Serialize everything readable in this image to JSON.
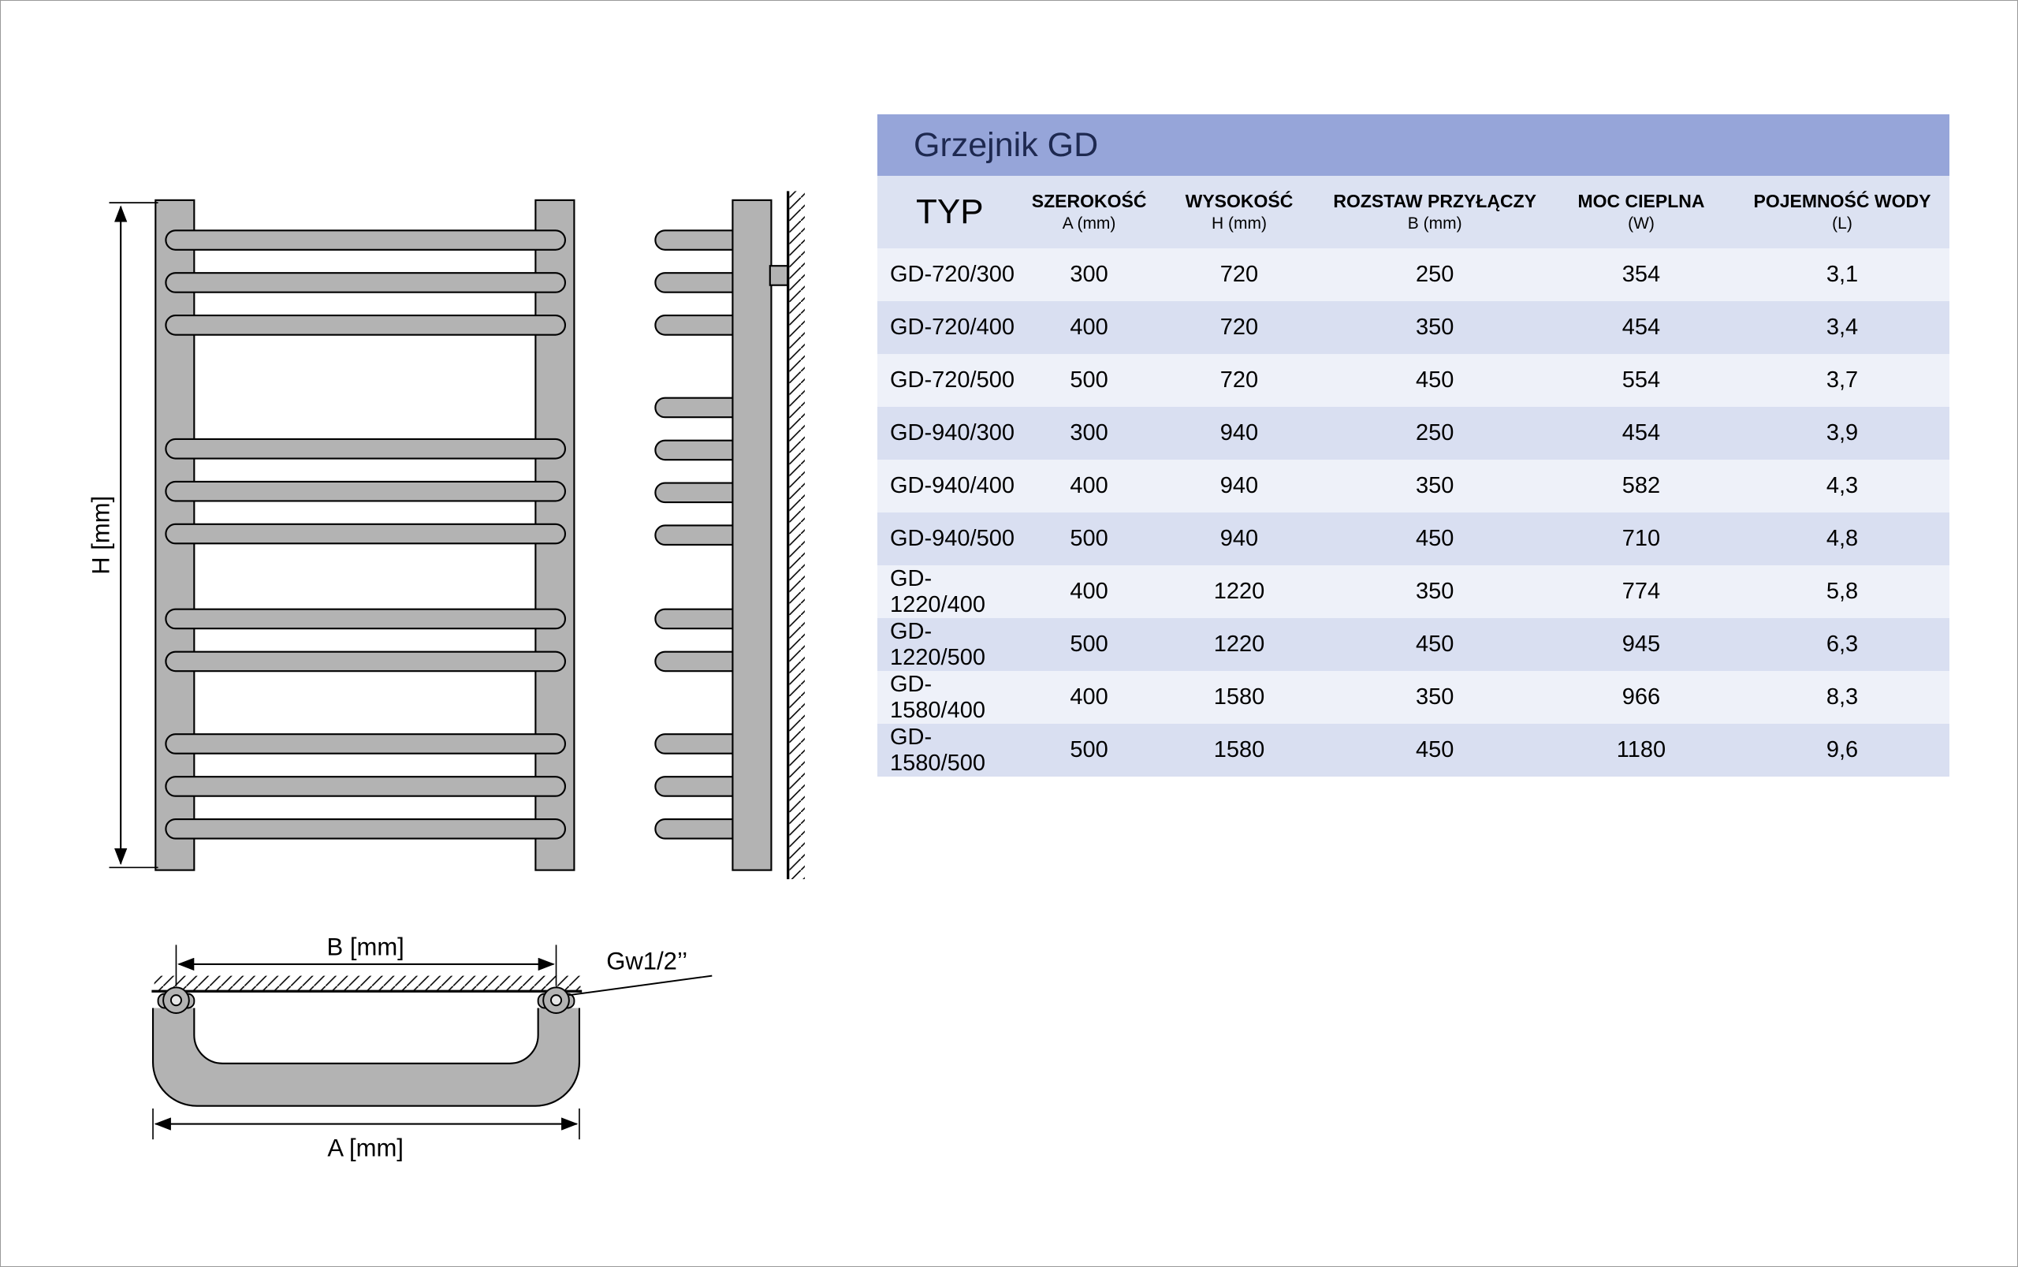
{
  "page": {
    "background": "#ffffff",
    "border_color": "#9a9a9a"
  },
  "table": {
    "title": "Grzejnik GD",
    "title_color": "#1e2950",
    "title_bg": "#96a5d9",
    "header_bg": "#dce2f2",
    "row_bg_odd": "#eef1f9",
    "row_bg_even": "#d9dff1",
    "columns": [
      {
        "label": "TYP",
        "sub": ""
      },
      {
        "label": "SZEROKOŚĆ",
        "sub": "A (mm)"
      },
      {
        "label": "WYSOKOŚĆ",
        "sub": "H (mm)"
      },
      {
        "label": "ROZSTAW PRZYŁĄCZY",
        "sub": "B (mm)"
      },
      {
        "label": "MOC CIEPLNA",
        "sub": "(W)"
      },
      {
        "label": "POJEMNOŚĆ WODY",
        "sub": "(L)"
      }
    ],
    "rows": [
      [
        "GD-720/300",
        "300",
        "720",
        "250",
        "354",
        "3,1"
      ],
      [
        "GD-720/400",
        "400",
        "720",
        "350",
        "454",
        "3,4"
      ],
      [
        "GD-720/500",
        "500",
        "720",
        "450",
        "554",
        "3,7"
      ],
      [
        "GD-940/300",
        "300",
        "940",
        "250",
        "454",
        "3,9"
      ],
      [
        "GD-940/400",
        "400",
        "940",
        "350",
        "582",
        "4,3"
      ],
      [
        "GD-940/500",
        "500",
        "940",
        "450",
        "710",
        "4,8"
      ],
      [
        "GD-1220/400",
        "400",
        "1220",
        "350",
        "774",
        "5,8"
      ],
      [
        "GD-1220/500",
        "500",
        "1220",
        "450",
        "945",
        "6,3"
      ],
      [
        "GD-1580/400",
        "400",
        "1580",
        "350",
        "966",
        "8,3"
      ],
      [
        "GD-1580/500",
        "500",
        "1580",
        "450",
        "1180",
        "9,6"
      ]
    ]
  },
  "diagram": {
    "height_dimension_label": "H [mm]",
    "connection_spacing_label": "B [mm]",
    "width_dimension_label": "A [mm]",
    "thread_label": "Gw1/2’’"
  }
}
